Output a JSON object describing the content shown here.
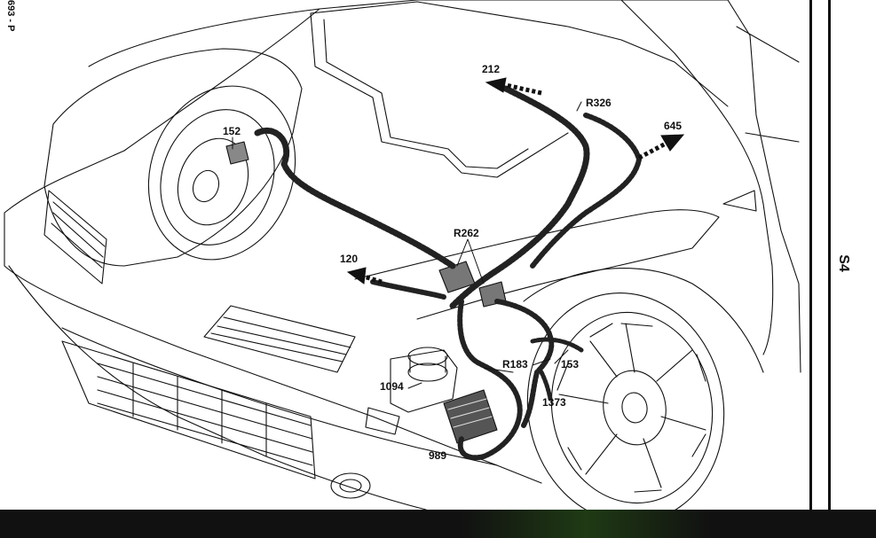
{
  "figure": {
    "code_fragment": "693 - P",
    "sheet_tag": "S4"
  },
  "callouts": {
    "c212": "212",
    "r326": "R326",
    "c645": "645",
    "c152": "152",
    "r262": "R262",
    "c120": "120",
    "r183": "R183",
    "c153": "153",
    "c1094": "1094",
    "c1373": "1373",
    "c989": "989"
  },
  "colors": {
    "line": "#111111",
    "harness": "#222222",
    "paper": "#ffffff"
  }
}
